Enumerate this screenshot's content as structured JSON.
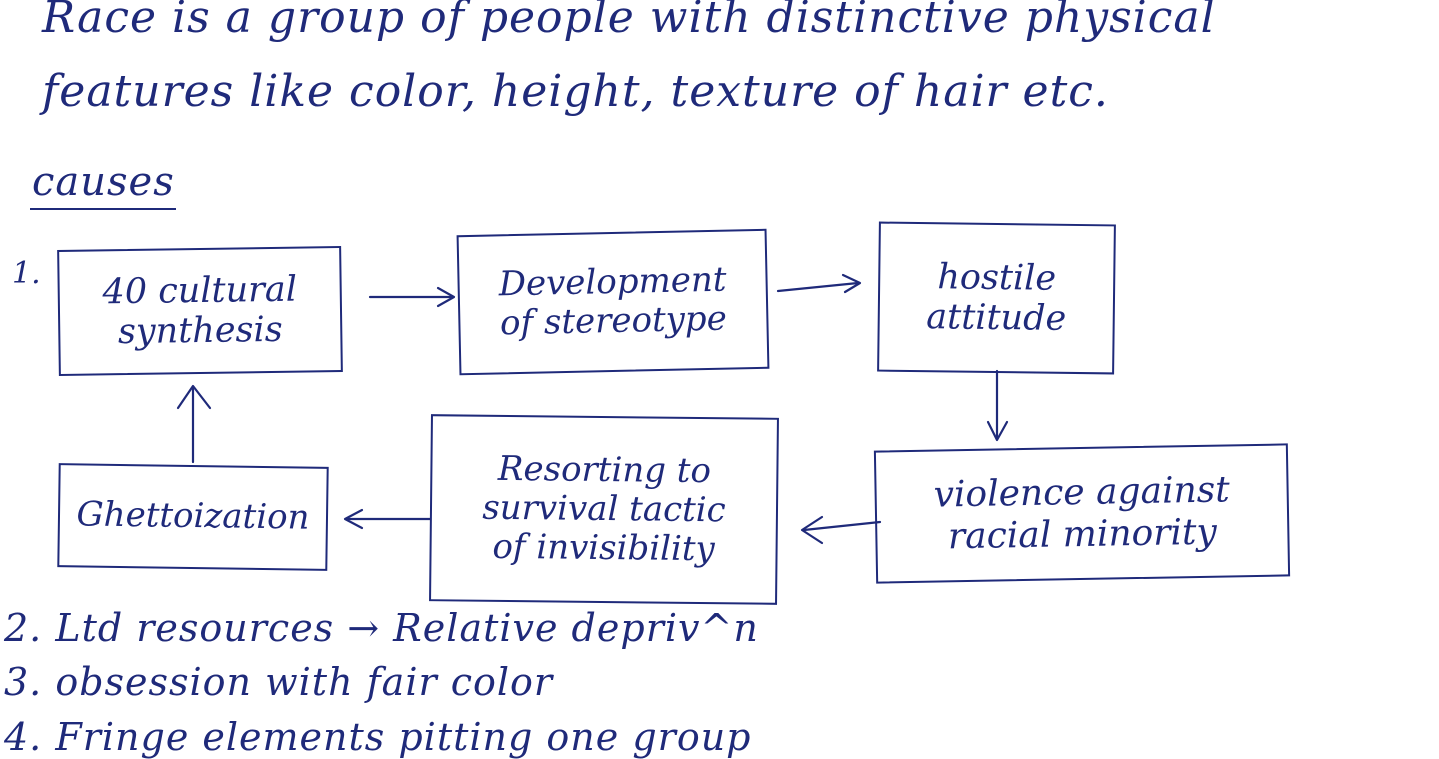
{
  "intro": {
    "line1": "Race is a group of people with distinctive physical",
    "line2": "features like color, height, texture of hair etc."
  },
  "causes_heading": "causes",
  "flowchart": {
    "number_label": "1.",
    "nodes": [
      {
        "id": "n1",
        "text": "40 cultural\nsynthesis"
      },
      {
        "id": "n2",
        "text": "Development\nof stereotype"
      },
      {
        "id": "n3",
        "text": "hostile\nattitude"
      },
      {
        "id": "n4",
        "text": "violence against\nracial minority"
      },
      {
        "id": "n5",
        "text": "Resorting to\nsurvival tactic\nof invisibility"
      },
      {
        "id": "n6",
        "text": "Ghettoization"
      }
    ],
    "edges": [
      {
        "from": "n1",
        "to": "n2"
      },
      {
        "from": "n2",
        "to": "n3"
      },
      {
        "from": "n3",
        "to": "n4"
      },
      {
        "from": "n4",
        "to": "n5"
      },
      {
        "from": "n5",
        "to": "n6"
      },
      {
        "from": "n6",
        "to": "n1"
      }
    ]
  },
  "other_causes": [
    "2. Ltd resources → Relative depriv^n",
    "3. obsession with fair color",
    "4. Fringe elements pitting one group"
  ]
}
